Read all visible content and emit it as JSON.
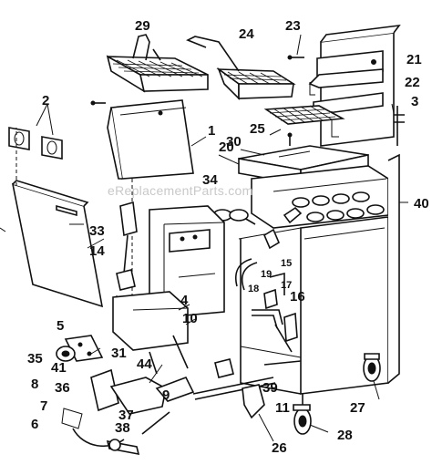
{
  "watermark": "eReplacementParts.com",
  "callouts": {
    "c1": "1",
    "c2": "2",
    "c3": "3",
    "c4": "4",
    "c5": "5",
    "c6": "6",
    "c7": "7",
    "c8": "8",
    "c9": "9",
    "c10": "10",
    "c11": "11",
    "c14": "14",
    "c15": "15",
    "c16": "16",
    "c17": "17",
    "c18": "18",
    "c19": "19",
    "c20": "20",
    "c21": "21",
    "c22": "22",
    "c23": "23",
    "c24": "24",
    "c25": "25",
    "c26": "26",
    "c27": "27",
    "c28": "28",
    "c29": "29",
    "c30": "30",
    "c31": "31",
    "c33": "33",
    "c34": "34",
    "c35": "35",
    "c36": "36",
    "c37": "37",
    "c38": "38",
    "c39": "39",
    "c40": "40",
    "c41": "41",
    "c44": "44"
  }
}
